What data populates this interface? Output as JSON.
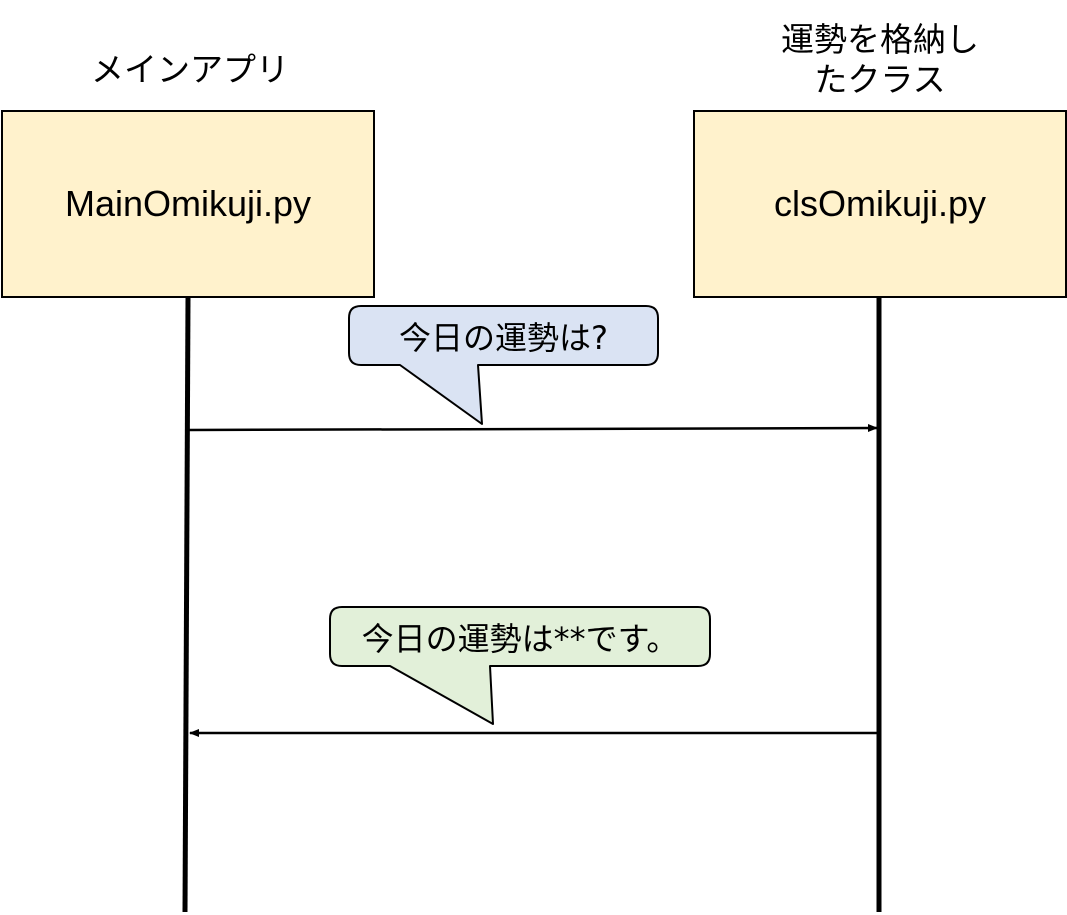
{
  "participants": {
    "main": {
      "heading": "メインアプリ",
      "box_label": "MainOmikuji.py"
    },
    "cls": {
      "heading_line1": "運勢を格納し",
      "heading_line2": "たクラス",
      "box_label": "clsOmikuji.py"
    }
  },
  "messages": {
    "request": {
      "text": "今日の運勢は?",
      "direction": "main-to-cls"
    },
    "response": {
      "text": "今日の運勢は**です。",
      "direction": "cls-to-main"
    }
  },
  "colors": {
    "box_fill": "#fff2cc",
    "request_bubble_fill": "#dae3f3",
    "response_bubble_fill": "#e2f0d9",
    "line": "#000000"
  }
}
